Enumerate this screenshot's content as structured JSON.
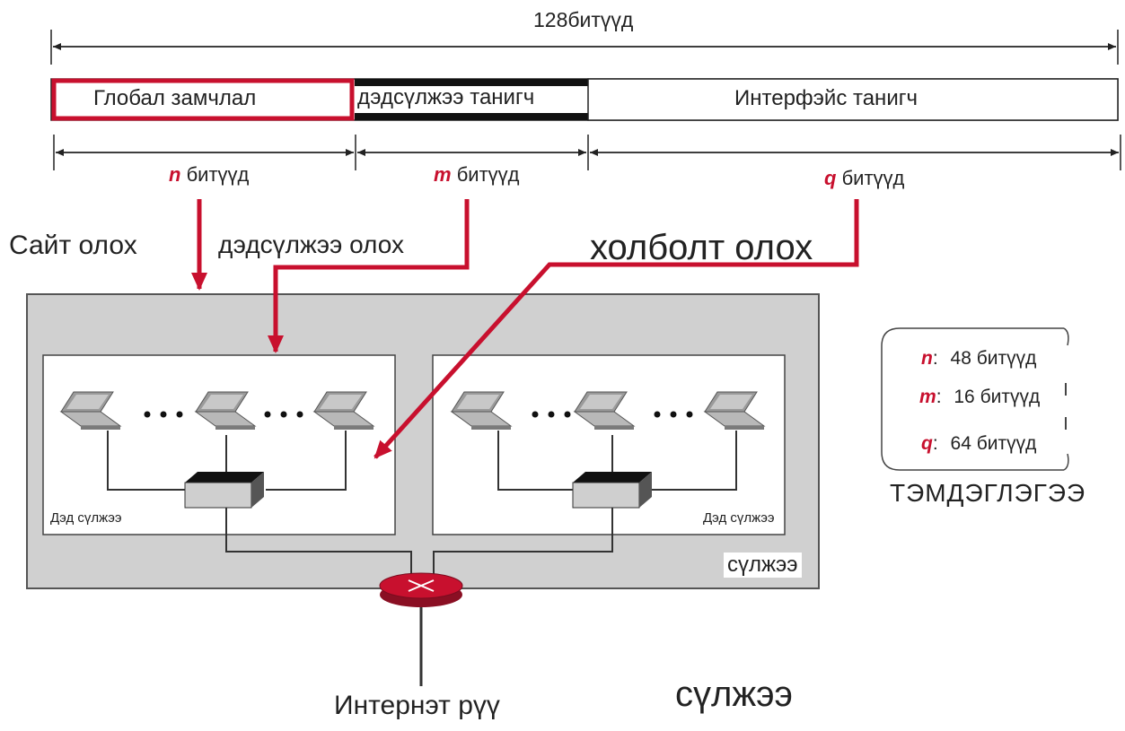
{
  "total": {
    "count": "128",
    "unit": "битүүд"
  },
  "address_fields": [
    {
      "label": "Глобал замчлал"
    },
    {
      "label": "дэдсүлжээ танигч"
    },
    {
      "label": "Интерфэйс танигч"
    }
  ],
  "field_widths": [
    {
      "var": "n",
      "unit": "битүүд"
    },
    {
      "var": "m",
      "unit": "битүүд"
    },
    {
      "var": "q",
      "unit": "битүүд"
    }
  ],
  "callouts": {
    "site": "Сайт олох",
    "subnet": "дэдсүлжээ олох",
    "connection": "холболт олох"
  },
  "network": {
    "subnet_left_label": "Дэд сүлжээ",
    "subnet_right_label": "Дэд сүлжээ",
    "network_label": "сүлжээ",
    "internet_label": "Интернэт рүү",
    "caption": "сүлжээ"
  },
  "legend": {
    "rows": [
      {
        "var": "n",
        "sep": ":",
        "value": "48",
        "unit": "битүүд"
      },
      {
        "var": "m",
        "sep": ":",
        "value": "16",
        "unit": "битүүд"
      },
      {
        "var": "q",
        "sep": ":",
        "value": "64",
        "unit": "битүүд"
      }
    ],
    "title": "ТЭМДЭГЛЭГЭЭ"
  },
  "colors": {
    "accent": "#c8102e",
    "network_bg": "#d0d0d0",
    "line": "#222222"
  }
}
